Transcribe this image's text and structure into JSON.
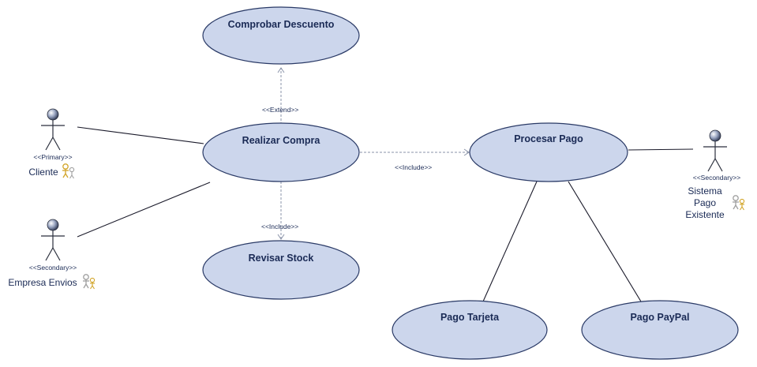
{
  "use_cases": {
    "comprobar_descuento": "Comprobar Descuento",
    "realizar_compra": "Realizar Compra",
    "procesar_pago": "Procesar Pago",
    "revisar_stock": "Revisar Stock",
    "pago_tarjeta": "Pago Tarjeta",
    "pago_paypal": "Pago PayPal"
  },
  "actors": {
    "cliente": {
      "stereotype": "<<Primary>>",
      "name": "Cliente"
    },
    "empresa_envios": {
      "stereotype": "<<Secondary>>",
      "name": "Empresa Envios"
    },
    "sistema_pago": {
      "stereotype": "<<Secondary>>",
      "name_lines": [
        "Sistema",
        "Pago",
        "Existente"
      ]
    }
  },
  "relations": {
    "extend_label": "<<Extend>>",
    "include_stock_label": "<<Include>>",
    "include_pago_label": "<<Include>>"
  },
  "colors": {
    "ellipse_fill": "#ccd6ec",
    "ellipse_stroke": "#2a3a66",
    "text": "#1a2a55",
    "actor_icon": "#e8c040"
  }
}
